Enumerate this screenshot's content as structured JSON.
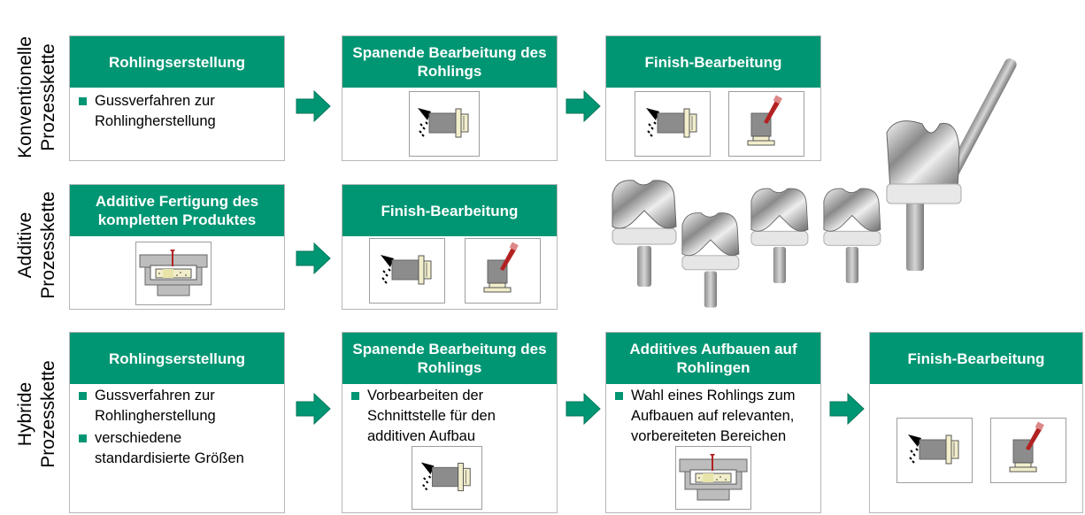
{
  "rows": [
    {
      "label": "Konventionelle Prozesskette"
    },
    {
      "label": "Additive Prozesskette"
    },
    {
      "label": "Hybride Prozesskette"
    }
  ],
  "boxes": {
    "r1b1": {
      "title": "Rohlingserstellung",
      "bullets": [
        "Gussverfahren zur\nRohlingherstellung"
      ]
    },
    "r1b2": {
      "title": "Spanende Bearbeitung des Rohlings"
    },
    "r1b3": {
      "title": "Finish-Bearbeitung"
    },
    "r2b1": {
      "title": "Additive Fertigung des kompletten Produktes"
    },
    "r2b2": {
      "title": "Finish-Bearbeitung"
    },
    "r3b1": {
      "title": "Rohlingserstellung",
      "bullets": [
        "Gussverfahren zur\nRohlingherstellung",
        "verschiedene\nstandardisierte Größen"
      ]
    },
    "r3b2": {
      "title": "Spanende Bearbeitung des Rohlings",
      "bullets": [
        "Vorbearbeiten der\nSchnittstelle für den\nadditiven Aufbau"
      ]
    },
    "r3b3": {
      "title": "Additives Aufbauen auf Rohlingen",
      "bullets": [
        "Wahl eines Rohlings zum\nAufbauen auf relevanten,\nvorbereiteten Bereichen"
      ]
    },
    "r3b4": {
      "title": "Finish-Bearbeitung"
    }
  },
  "icons": {
    "milling": "milling-icon",
    "finishing": "finishing-icon",
    "additive": "additive-printing-icon",
    "arrow": "arrow-right-icon",
    "implant": "knee-implant-photo"
  },
  "colors": {
    "accent": "#009673",
    "tool": "#b22222",
    "part": "#8c8c8c",
    "base": "#f2eecb"
  }
}
